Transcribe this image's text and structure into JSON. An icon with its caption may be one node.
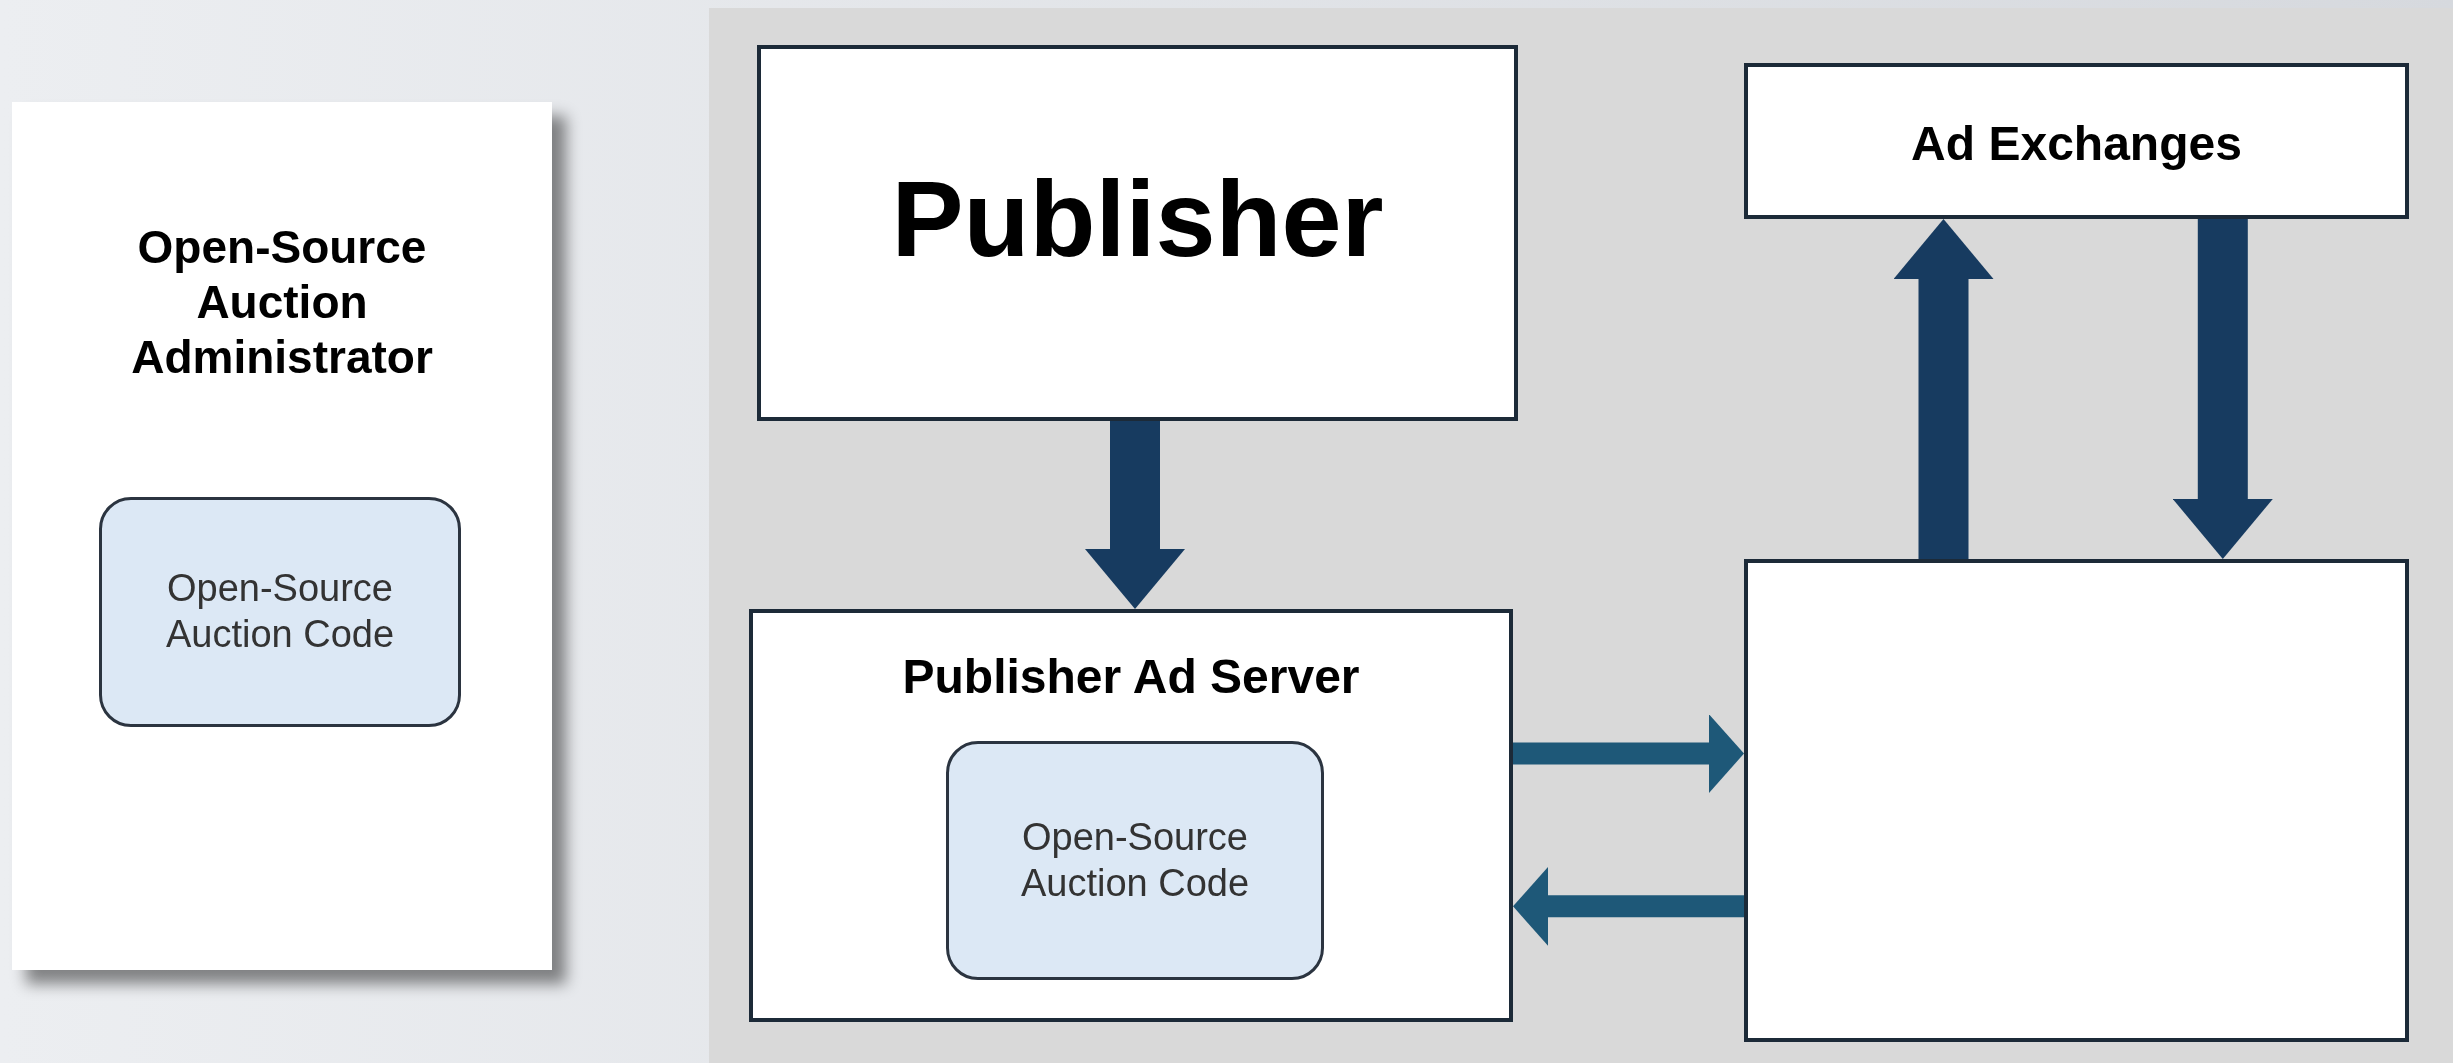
{
  "diagram": {
    "nodes": [
      {
        "text": [
          "Open-Source Auction Administrator"
        ]
      },
      {
        "text": [
          "Open-Source Auction Code"
        ],
        "in": 0
      },
      {
        "text": [
          "Publisher"
        ]
      },
      {
        "text": [
          "Ad Exchanges"
        ]
      },
      {
        "text": [
          "Publisher Ad Server"
        ]
      },
      {
        "text": [
          "Open-Source Auction Code"
        ],
        "in": 4
      },
      {
        "text": [],
        "shape": "box"
      }
    ],
    "edges": [
      {
        "from": 2,
        "to": 4,
        "arrow": "to"
      },
      {
        "from": 6,
        "to": 3,
        "arrow": "to"
      },
      {
        "from": 3,
        "to": 6,
        "arrow": "to"
      },
      {
        "from": 4,
        "to": 6,
        "arrow": "to",
        "color": "#1e5878"
      },
      {
        "from": 6,
        "to": 4,
        "arrow": "to",
        "color": "#1e5878"
      }
    ]
  }
}
